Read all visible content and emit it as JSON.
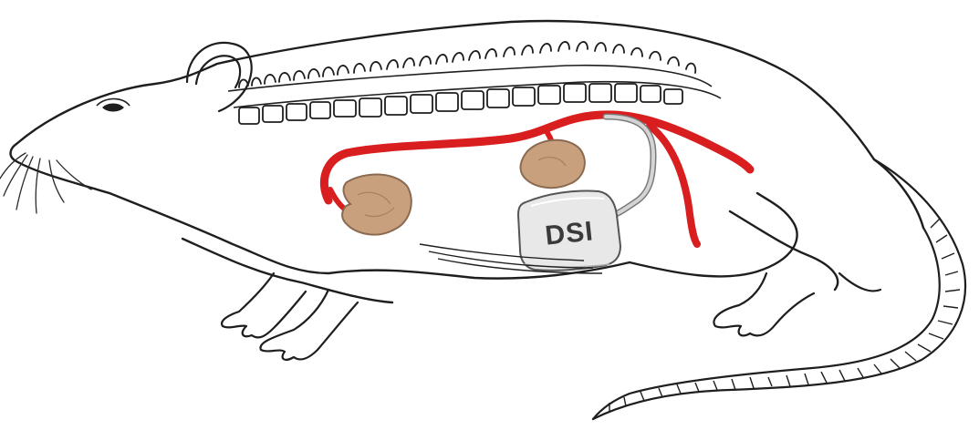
{
  "transmitter": {
    "label": "DSI"
  },
  "colors": {
    "background": "#ffffff",
    "outline": "#1e1e1e",
    "artery": "#d81e1e",
    "kidney_fill": "#c8a07e",
    "kidney_outline": "#8a6a50",
    "device_fill": "#e8e8e8",
    "device_outline": "#555555",
    "catheter": "#b8b8b8"
  },
  "icons": {
    "rat": "rat-outline",
    "kidney": "kidney-shape",
    "transmitter": "implant-transmitter"
  }
}
